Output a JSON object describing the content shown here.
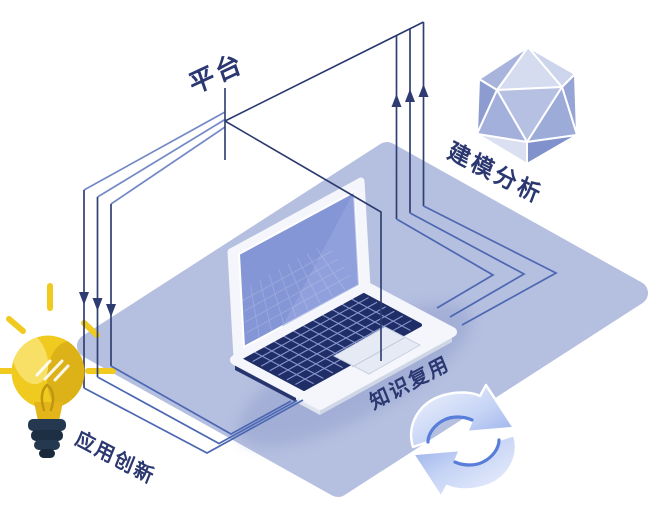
{
  "scene": {
    "labels": {
      "platform": "平台",
      "modeling_analysis": "建模分析",
      "knowledge_reuse": "知识复用",
      "application_innovation": "应用创新"
    },
    "icons": [
      {
        "name": "lightbulb-icon",
        "near_label": "应用创新"
      },
      {
        "name": "laptop-icon",
        "near_label": "平台"
      },
      {
        "name": "icosahedron-icon",
        "near_label": "建模分析"
      },
      {
        "name": "refresh-cycle-icon",
        "near_label": "知识复用"
      }
    ],
    "colors": {
      "background": "#ffffff",
      "platform_fill": "#b5bfe0",
      "flow_line_dark": "#2f3c72",
      "flow_line_medium": "#4c68b2",
      "flow_line_light": "#7389c7",
      "label_text": "#2b3770",
      "bulb_yellow": "#f0ca1e",
      "bulb_base": "#24384f",
      "laptop_keyboard": "#202e68",
      "laptop_screen": "#8496d6",
      "icosahedron_blue": "#a9b4dc",
      "refresh_blue": "#8fa9e8"
    }
  }
}
